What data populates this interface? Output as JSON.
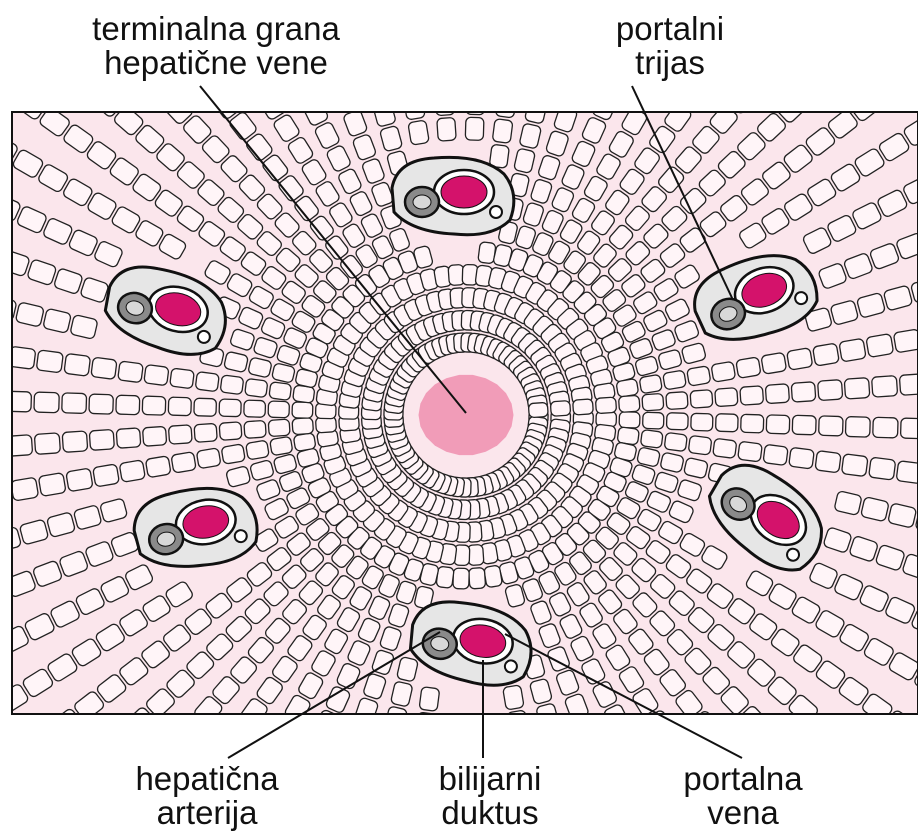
{
  "labels": {
    "terminal_branch": {
      "line1": "terminalna grana",
      "line2": "hepatične vene"
    },
    "portal_triad": {
      "line1": "portalni",
      "line2": "trijas"
    },
    "hepatic_artery": {
      "line1": "hepatična",
      "line2": "arterija"
    },
    "bile_duct": {
      "line1": "bilijarni",
      "line2": "duktus"
    },
    "portal_vein": {
      "line1": "portalna",
      "line2": "vena"
    }
  },
  "colors": {
    "tissue_background": "#fbe6ec",
    "central_vein": "#f19cb8",
    "portal_vein_fill": "#d4126b",
    "triad_stroma": "#e6e6e6",
    "bile_duct_fill": "#8a8a8a",
    "cell_outline": "#222222"
  }
}
